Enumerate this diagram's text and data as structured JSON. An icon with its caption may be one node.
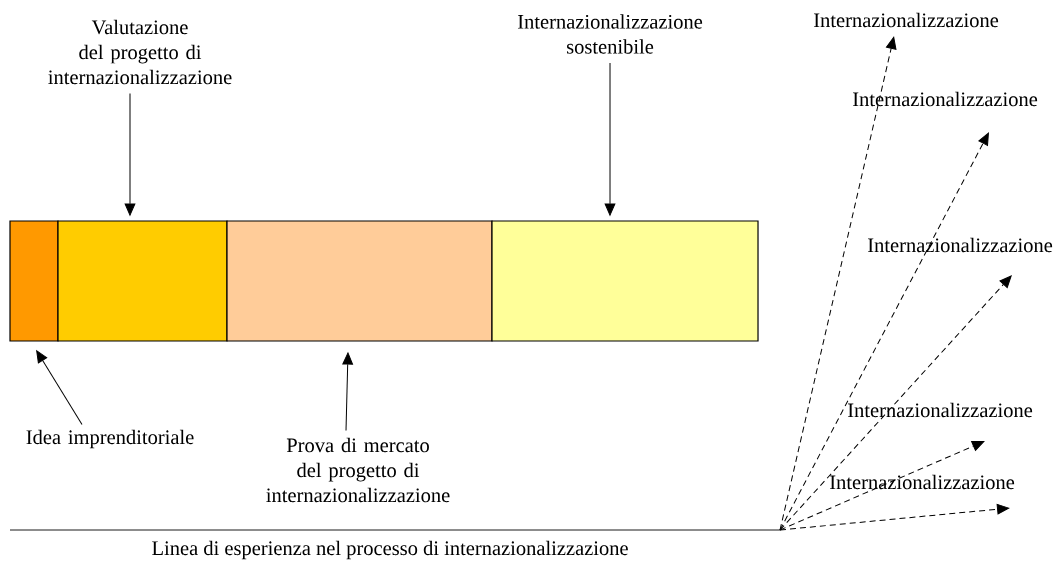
{
  "diagram": {
    "nodes": [
      {
        "text": [],
        "shape": "box"
      },
      {
        "text": [],
        "shape": "box"
      },
      {
        "text": [],
        "shape": "box"
      },
      {
        "text": [],
        "shape": "box"
      },
      {
        "text": [
          "Valutazione del progetto di internazionalizzazione"
        ]
      },
      {
        "text": [
          "Internazionalizzazione sostenibile"
        ]
      },
      {
        "text": [
          "Idea imprenditoriale"
        ]
      },
      {
        "text": [
          "Prova di mercato del progetto di internazionalizzazione"
        ]
      },
      {
        "text": [
          "Internazionalizzazione"
        ]
      },
      {
        "text": [
          "Internazionalizzazione"
        ]
      },
      {
        "text": [
          "Internazionalizzazione"
        ]
      },
      {
        "text": [
          "Internazionalizzazione"
        ]
      },
      {
        "text": [
          "Internazionalizzazione"
        ]
      }
    ],
    "edges": [
      {
        "from": 4,
        "to": 1,
        "arrow": "to"
      },
      {
        "from": 5,
        "to": 3,
        "arrow": "to"
      },
      {
        "from": 6,
        "to": 0,
        "arrow": "to"
      },
      {
        "from": 7,
        "to": 2,
        "arrow": "to"
      },
      {
        "from": null,
        "to": 8,
        "arrow": "to",
        "style": "dashed"
      },
      {
        "from": null,
        "to": 9,
        "arrow": "to",
        "style": "dashed"
      },
      {
        "from": null,
        "to": 10,
        "arrow": "to",
        "style": "dashed"
      },
      {
        "from": null,
        "to": 11,
        "arrow": "to",
        "style": "dashed"
      },
      {
        "from": null,
        "to": 12,
        "arrow": "to",
        "style": "dashed"
      }
    ],
    "labels": [
      "Linea di esperienza nel processo di internazionalizzazione"
    ]
  }
}
